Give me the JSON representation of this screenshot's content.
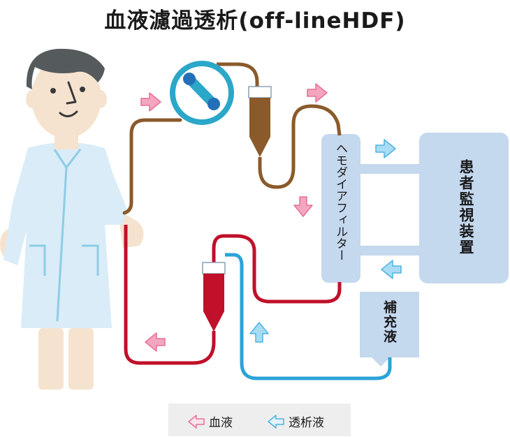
{
  "title": "血液濾過透析(off-lineHDF)",
  "components": {
    "filter": "ヘモダイアフィルター",
    "monitor": "患者監視装置",
    "replacement": "補充液"
  },
  "legend": {
    "blood": "血液",
    "dialysate": "透析液"
  },
  "colors": {
    "blood_out": "#8b5a2b",
    "blood_return": "#c0102a",
    "dialysate": "#2ba3d9",
    "pump": "#2aa7c9",
    "device": "#c4d8ee",
    "arrow_blood": "#f4a6bf",
    "arrow_dialysate": "#a8dcf4"
  },
  "icons": [
    "patient-figure",
    "blood-pump-icon",
    "drip-chamber-icon",
    "flow-arrow-icon"
  ]
}
